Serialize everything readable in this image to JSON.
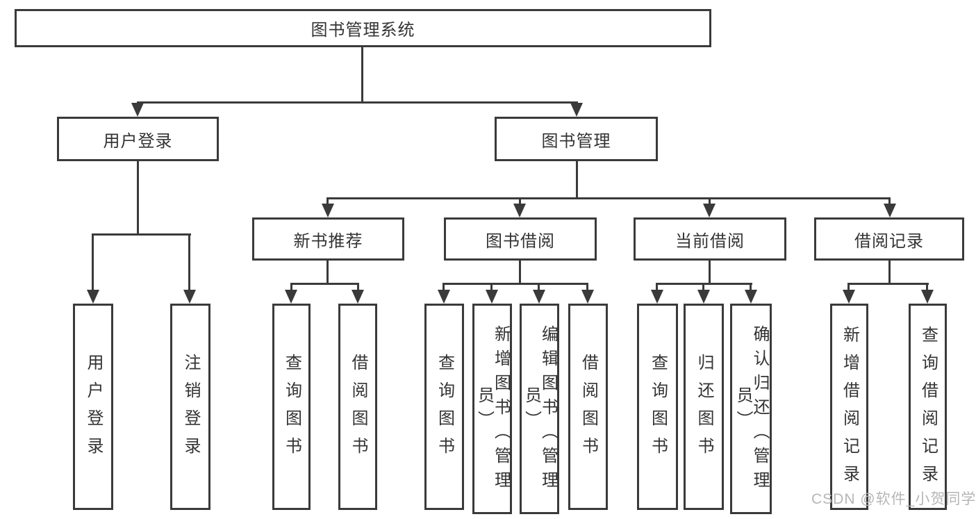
{
  "tree": {
    "root": {
      "label": "图书管理系统"
    },
    "branches": [
      {
        "label": "用户登录",
        "leaves": [
          {
            "label": "用户登录"
          },
          {
            "label": "注销登录"
          }
        ]
      },
      {
        "label": "图书管理",
        "sections": [
          {
            "label": "新书推荐",
            "leaves": [
              {
                "label": "查询图书"
              },
              {
                "label": "借阅图书"
              }
            ]
          },
          {
            "label": "图书借阅",
            "leaves": [
              {
                "label": "查询图书"
              },
              {
                "label": "新增图书（管理员）"
              },
              {
                "label": "编辑图书（管理员）"
              },
              {
                "label": "借阅图书"
              }
            ]
          },
          {
            "label": "当前借阅",
            "leaves": [
              {
                "label": "查询图书"
              },
              {
                "label": "归还图书"
              },
              {
                "label": "确认归还（管理员）"
              }
            ]
          },
          {
            "label": "借阅记录",
            "leaves": [
              {
                "label": "新增借阅记录"
              },
              {
                "label": "查询借阅记录"
              }
            ]
          }
        ]
      }
    ]
  },
  "watermark": {
    "text": "CSDN @软件_小贺同学"
  },
  "colors": {
    "line": "#3a3a3a",
    "text": "#333333",
    "watermark": "#b6b6b6",
    "background": "#ffffff"
  }
}
